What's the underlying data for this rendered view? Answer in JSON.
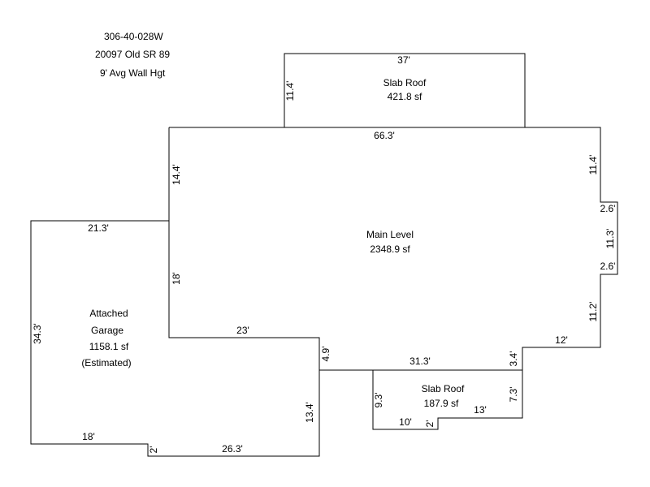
{
  "header": {
    "parcel_id": "306-40-028W",
    "address": "20097 Old SR 89",
    "wall_height": "9' Avg Wall Hgt"
  },
  "areas": {
    "slab_roof_top": {
      "name": "Slab Roof",
      "area": "421.8 sf"
    },
    "main_level": {
      "name": "Main Level",
      "area": "2348.9 sf"
    },
    "garage": {
      "name_line1": "Attached",
      "name_line2": "Garage",
      "area": "1158.1 sf",
      "note": "(Estimated)"
    },
    "slab_roof_bottom": {
      "name": "Slab Roof",
      "area": "187.9 sf"
    }
  },
  "dimensions": {
    "top_width": "37'",
    "top_height": "11.4'",
    "main_top": "66.3'",
    "main_left_upper": "14.4'",
    "main_right_upper": "11.4'",
    "bump_top": "2.6'",
    "bump_side": "11.3'",
    "bump_bottom": "2.6'",
    "main_right_lower": "11.2'",
    "step_12": "12'",
    "step_3_4": "3.4'",
    "mid_31_3": "31.3'",
    "step_4_9": "4.9'",
    "main_bottom_left": "23'",
    "main_left_lower": "18'",
    "garage_top": "21.3'",
    "garage_left": "34.3'",
    "garage_bottom_left": "18'",
    "garage_jog": "2'",
    "garage_bottom": "26.3'",
    "garage_right": "13.4'",
    "slab_left": "9.3'",
    "slab_right": "7.3'",
    "slab_bottom_left": "10'",
    "slab_jog": "2'",
    "slab_bottom_right": "13'"
  }
}
